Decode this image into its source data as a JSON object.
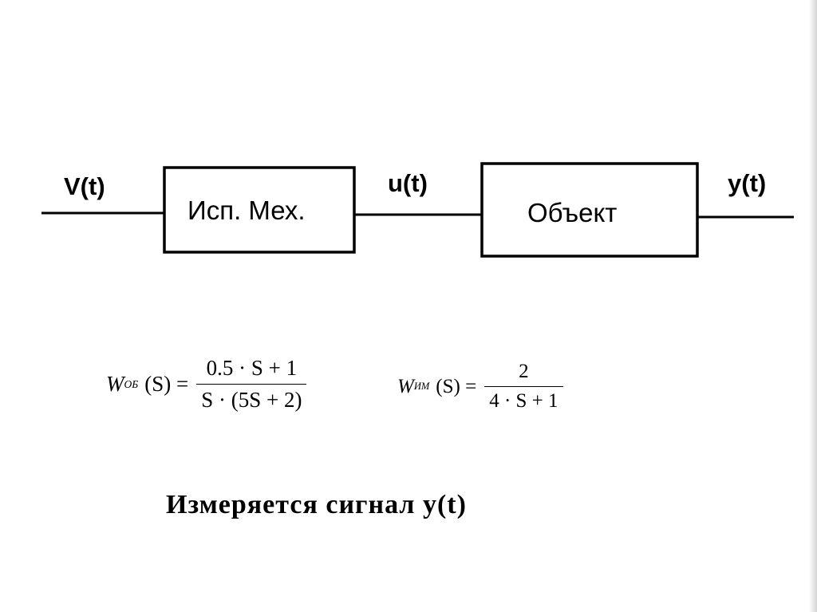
{
  "signals": {
    "input": "V(t)",
    "intermediate": "u(t)",
    "output": "y(t)"
  },
  "blocks": {
    "actuator": "Исп. Мех.",
    "object": "Объект"
  },
  "formulas": {
    "object_tf": {
      "symbol": "W",
      "subscript": "ОБ",
      "argument": "(S) =",
      "numerator": "0.5 · S + 1",
      "denominator": "S · (5S + 2)"
    },
    "actuator_tf": {
      "symbol": "W",
      "subscript": "ИМ",
      "argument": "(S) =",
      "numerator": "2",
      "denominator": "4 · S + 1"
    }
  },
  "caption": "Измеряется сигнал y(t)"
}
